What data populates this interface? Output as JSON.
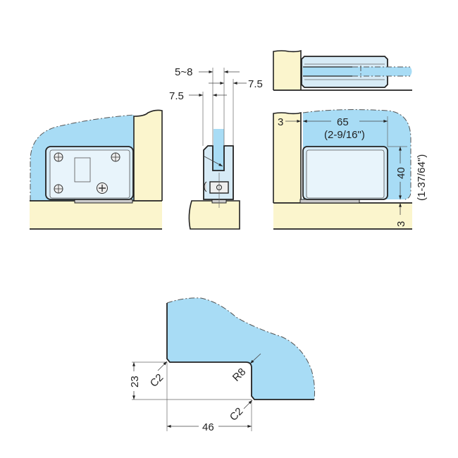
{
  "colors": {
    "glass": "#a8dcf5",
    "wood": "#fbf5cd",
    "hinge": "#d7ebf6",
    "line": "#222222"
  },
  "front_view": {},
  "side_view": {
    "dim_glass_thickness": "5~8",
    "dim_right_offset": "7.5",
    "dim_left_offset": "7.5"
  },
  "top_view": {},
  "elevation_view": {
    "dim_wall_gap": "3",
    "dim_width_mm": "65",
    "dim_width_in": "(2-9/16\")",
    "dim_height_mm": "40",
    "dim_height_in": "(1-37/64\")",
    "dim_floor_gap": "3"
  },
  "glass_notch_detail": {
    "dim_notch_height": "23",
    "dim_notch_width": "46",
    "chamfer_top": "C2",
    "chamfer_bottom": "C2",
    "radius": "R8"
  }
}
